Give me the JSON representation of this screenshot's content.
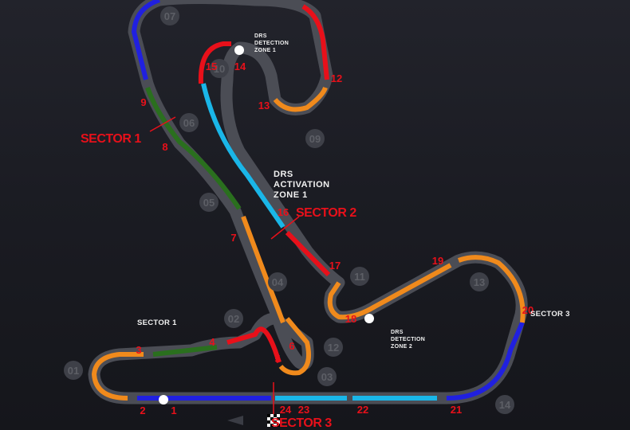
{
  "colors": {
    "background": "#1c1d23",
    "track_outline": "#4b4d55",
    "segment_red": "#e8101a",
    "segment_orange": "#f08a1c",
    "segment_green": "#2a6f1e",
    "segment_blue": "#2020e0",
    "segment_cyan": "#1ab6e8",
    "label_red": "#e8101a",
    "label_white": "#f1f1f1",
    "marker_grey": "#3e4048"
  },
  "sectors": {
    "sector1": "SECTOR 1",
    "sector2": "SECTOR 2",
    "sector3": "SECTOR 3",
    "sector1_small": "SECTOR 1",
    "sector3_small": "SECTOR 3"
  },
  "drs": {
    "detection1": [
      "DRS",
      "DETECTION",
      "ZONE 1"
    ],
    "activation1": [
      "DRS",
      "ACTIVATION",
      "ZONE 1"
    ],
    "detection2": [
      "DRS",
      "DETECTION",
      "ZONE 2"
    ]
  },
  "turns_red": [
    "1",
    "2",
    "3",
    "4",
    "5",
    "6",
    "7",
    "8",
    "9",
    "12",
    "13",
    "14",
    "15",
    "16",
    "17",
    "18",
    "19",
    "20",
    "21",
    "22",
    "23",
    "24"
  ],
  "markers_grey": [
    "01",
    "02",
    "03",
    "04",
    "05",
    "06",
    "07",
    "09",
    "10",
    "11",
    "12",
    "13",
    "14"
  ]
}
